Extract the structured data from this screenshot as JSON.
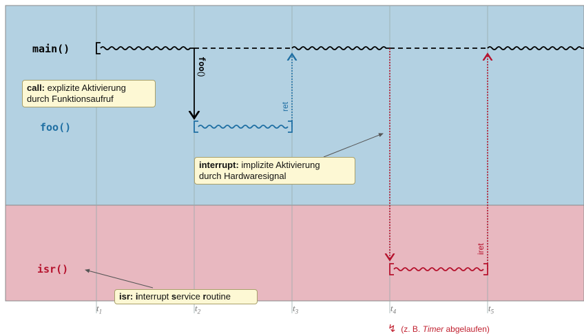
{
  "labels": {
    "main": "main()",
    "foo": "foo()",
    "isr": "isr()",
    "call_foo": "foo",
    "call_parens": "()",
    "ret": "ret",
    "iret": "iret"
  },
  "notes": {
    "call": {
      "bold": "call:",
      "rest": " explizite Aktivierung",
      "line2": "durch Funktionsaufruf"
    },
    "interrupt": {
      "bold": "interrupt:",
      "rest": " implizite Aktivierung",
      "line2": "durch Hardwaresignal"
    },
    "isr": {
      "parts": [
        {
          "text": "isr:",
          "bold": true
        },
        {
          "text": " ",
          "bold": false
        },
        {
          "text": "i",
          "bold": true
        },
        {
          "text": "nterrupt ",
          "bold": false
        },
        {
          "text": "s",
          "bold": true
        },
        {
          "text": "ervice ",
          "bold": false
        },
        {
          "text": "r",
          "bold": true
        },
        {
          "text": "outine",
          "bold": false
        }
      ]
    }
  },
  "ticks": [
    {
      "base": "t",
      "sub": "1"
    },
    {
      "base": "t",
      "sub": "2"
    },
    {
      "base": "t",
      "sub": "3"
    },
    {
      "base": "t",
      "sub": "4"
    },
    {
      "base": "t",
      "sub": "5"
    }
  ],
  "footnote": {
    "symbol": "↯",
    "prefix": "(z. B. ",
    "italic": "Timer",
    "suffix": " abgelaufen)"
  },
  "colors": {
    "upper_band": "#b3d1e2",
    "lower_band": "#e8b8c0",
    "main": "#000000",
    "foo": "#1f6fa3",
    "isr": "#b5122d"
  }
}
